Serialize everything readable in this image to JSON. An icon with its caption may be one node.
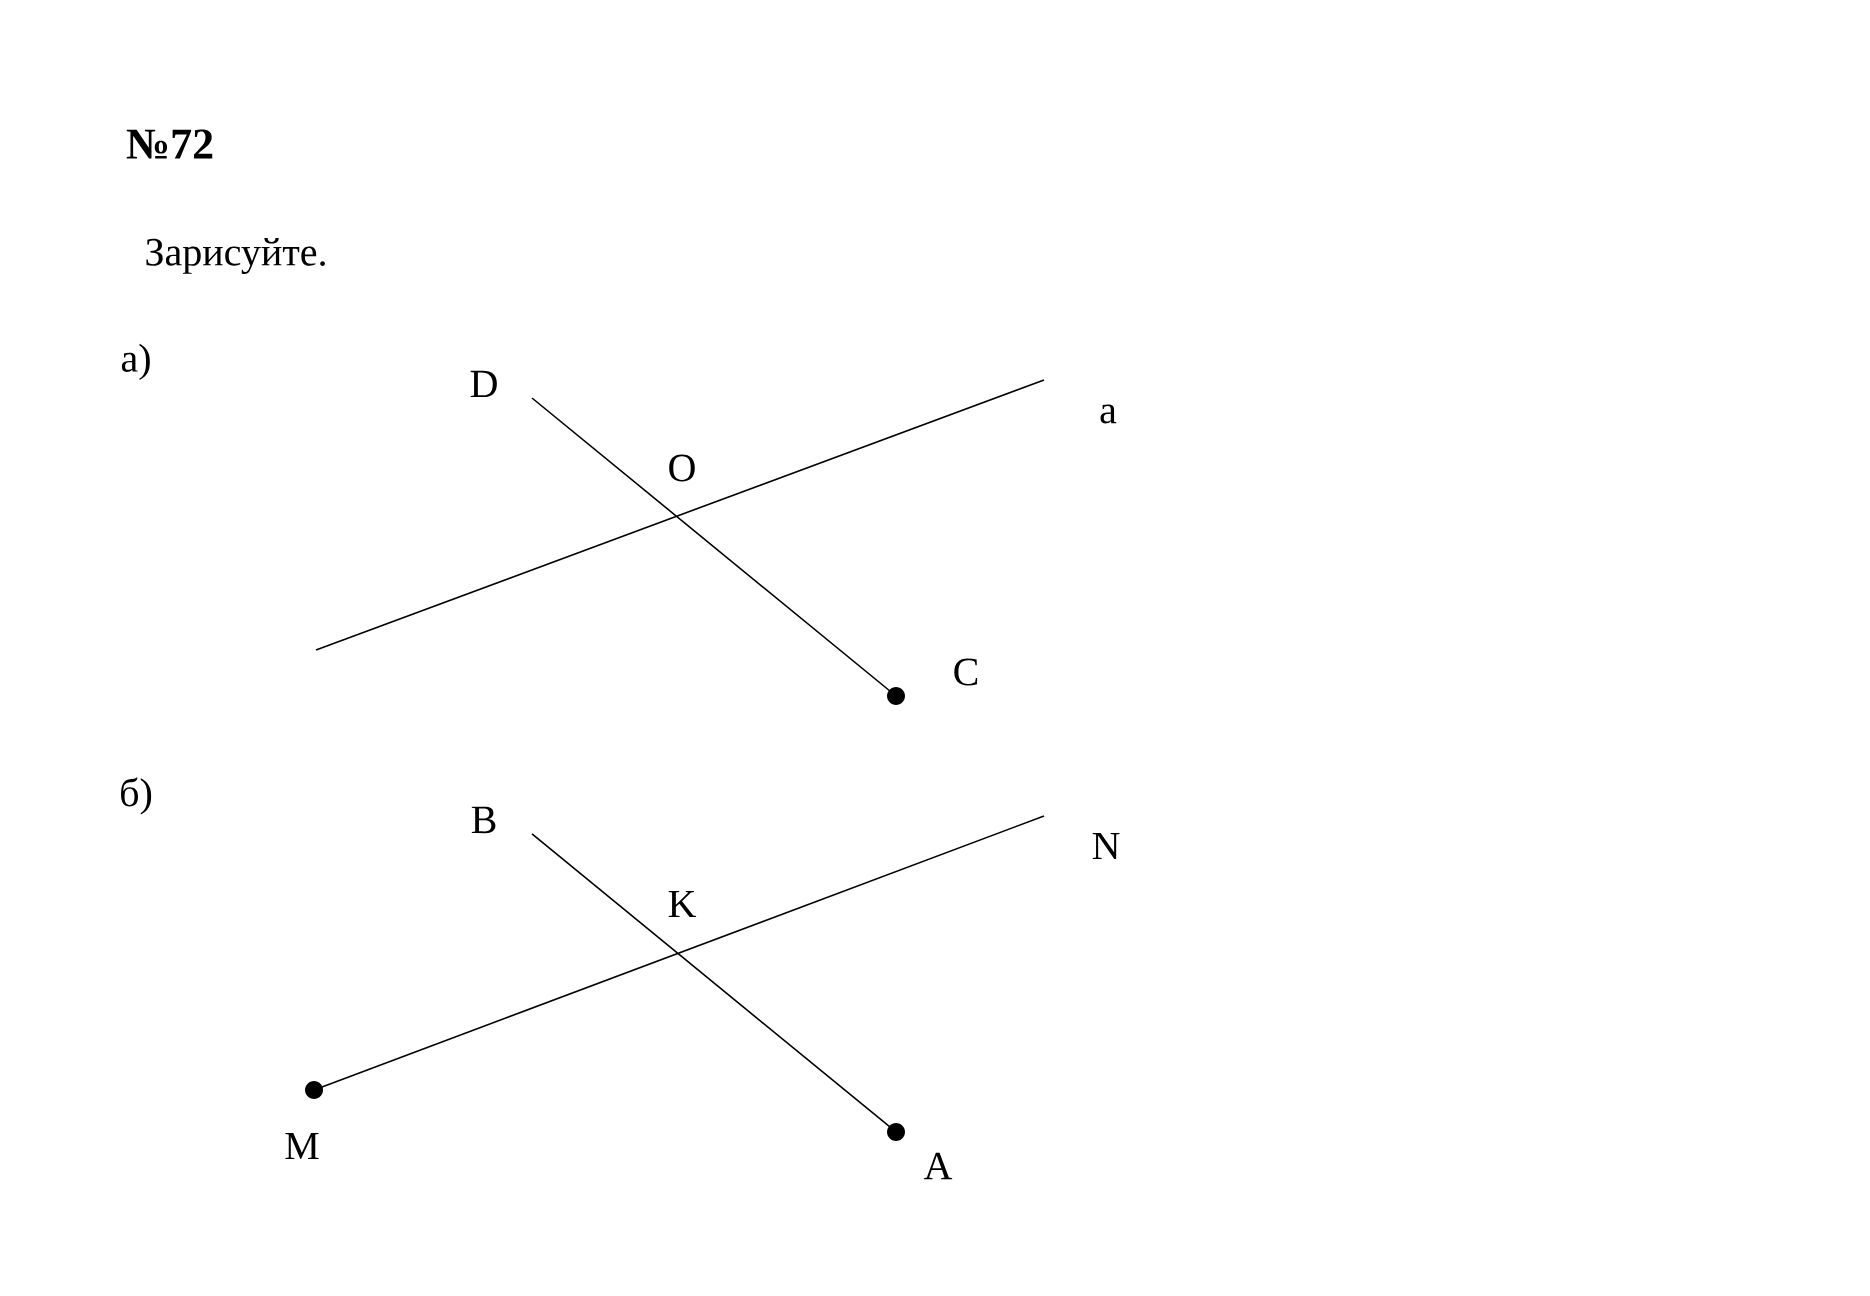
{
  "diagram": {
    "title": "№72",
    "labels": [
      "Зарисуйте.",
      "а)",
      "D",
      "O",
      "a",
      "C",
      "б)",
      "B",
      "K",
      "N",
      "M",
      "A"
    ]
  }
}
